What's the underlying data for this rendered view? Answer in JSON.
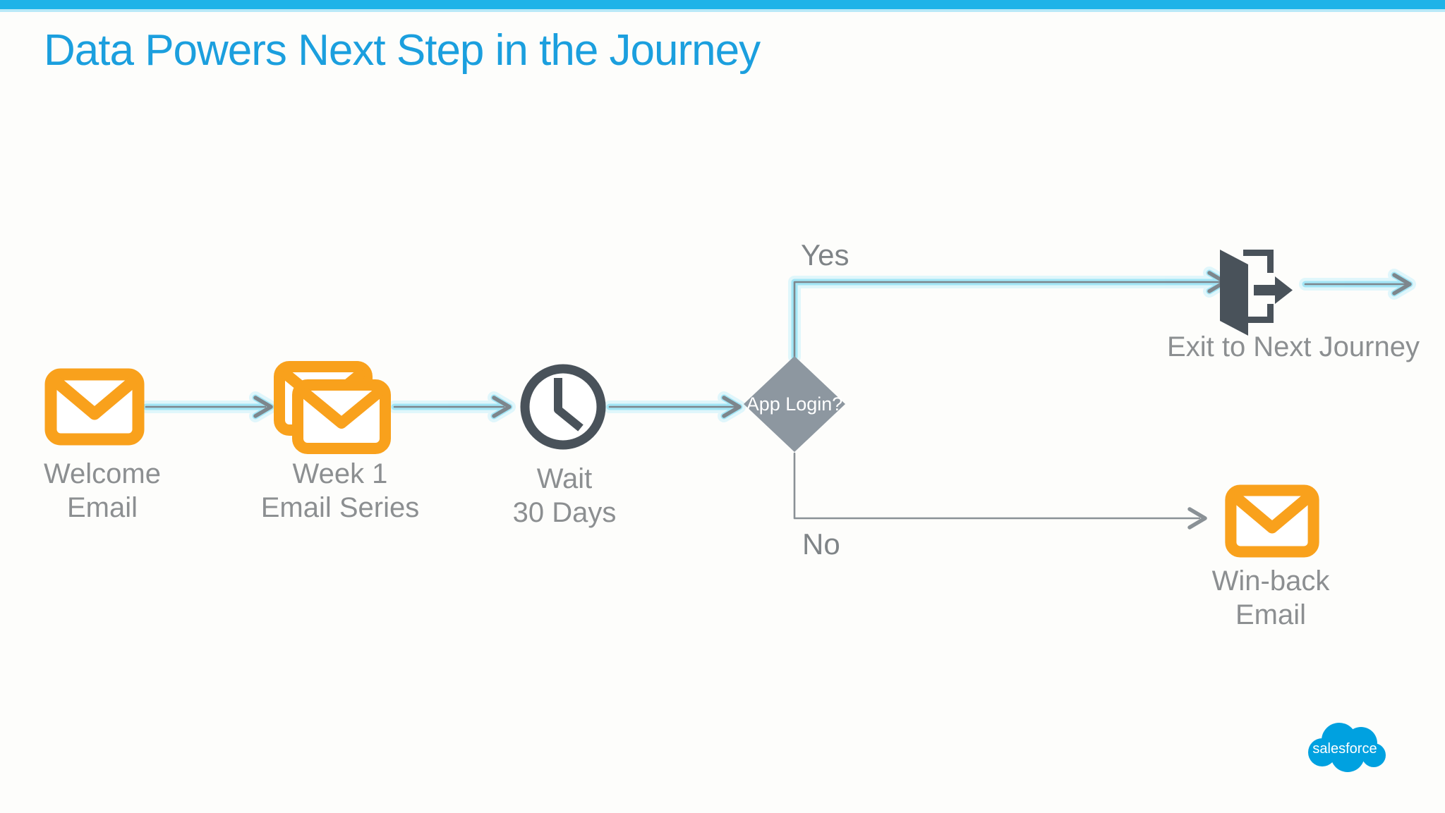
{
  "slide": {
    "title": "Data Powers Next Step in the Journey"
  },
  "flow": {
    "welcome": {
      "line1": "Welcome",
      "line2": "Email"
    },
    "week1": {
      "line1": "Week 1",
      "line2": "Email Series"
    },
    "wait": {
      "line1": "Wait",
      "line2": "30 Days"
    },
    "decision": {
      "label": "App Login?",
      "yes": "Yes",
      "no": "No"
    },
    "exit": {
      "label": "Exit to Next Journey"
    },
    "winback": {
      "line1": "Win-back",
      "line2": "Email"
    }
  },
  "logo": {
    "text": "salesforce"
  },
  "colors": {
    "topbar_cyan": "#1fb3e8",
    "topbar_underline": "#b9e9f8",
    "title_blue": "#1b9fde",
    "envelope_orange": "#f9a11c",
    "icon_dark_gray": "#49525a",
    "diamond_gray": "#8d97a0",
    "label_gray": "#8c8f91",
    "connector_gray": "#7d868c",
    "connector_glow_cyan": "#9fe5f6",
    "salesforce_blue": "#00a1e0"
  }
}
